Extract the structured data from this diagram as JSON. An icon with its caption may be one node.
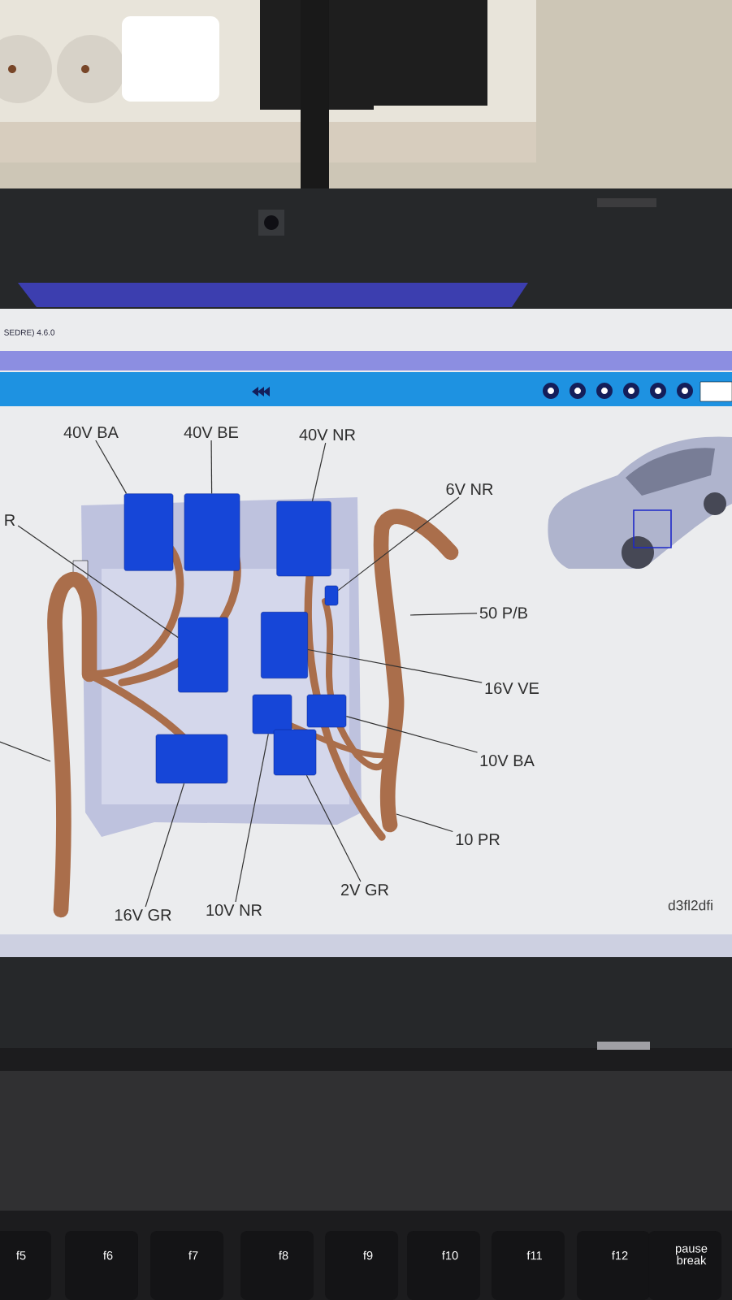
{
  "diagram": {
    "nodes": [
      {
        "text": [
          "40V BA"
        ]
      },
      {
        "text": [
          "40V BE"
        ]
      },
      {
        "text": [
          "40V NR"
        ]
      },
      {
        "text": [
          "R"
        ]
      },
      {
        "text": [
          "6V NR"
        ]
      },
      {
        "text": [
          "50 P/B"
        ]
      },
      {
        "text": [
          "16V VE"
        ]
      },
      {
        "text": [
          "10V BA"
        ]
      },
      {
        "text": [
          "10 PR"
        ]
      },
      {
        "text": [
          "2V GR"
        ]
      },
      {
        "text": [
          "16V GR"
        ]
      },
      {
        "text": [
          "10V NR"
        ]
      },
      {
        "text": [],
        "shape": "box"
      },
      {
        "text": [],
        "shape": "box"
      },
      {
        "text": [],
        "shape": "box"
      },
      {
        "text": [],
        "shape": "box"
      },
      {
        "text": [],
        "shape": "box"
      },
      {
        "text": [],
        "shape": "box"
      },
      {
        "text": [],
        "shape": "box"
      },
      {
        "text": [],
        "shape": "box"
      },
      {
        "text": [],
        "shape": "box"
      },
      {
        "text": [],
        "shape": "box"
      }
    ],
    "edges": [
      {
        "from": 0,
        "to": 12,
        "arrow": "none"
      },
      {
        "from": 1,
        "to": 13,
        "arrow": "none"
      },
      {
        "from": 2,
        "to": 14,
        "arrow": "none"
      },
      {
        "from": 3,
        "to": 15,
        "arrow": "none"
      },
      {
        "from": 4,
        "to": 17,
        "arrow": "none"
      },
      {
        "from": 5,
        "to": null,
        "arrow": "none"
      },
      {
        "from": 6,
        "to": 16,
        "arrow": "none"
      },
      {
        "from": 7,
        "to": 18,
        "arrow": "none"
      },
      {
        "from": 8,
        "to": null,
        "arrow": "none"
      },
      {
        "from": 9,
        "to": 20,
        "arrow": "none"
      },
      {
        "from": 10,
        "to": 21,
        "arrow": "none"
      },
      {
        "from": 11,
        "to": 19,
        "arrow": "none"
      }
    ],
    "labels": [
      "SEDRE) 4.6.0",
      "d3fl2dfi",
      "f5",
      "f6",
      "f7",
      "f8",
      "f9",
      "f10",
      "f11",
      "f12",
      "pause break"
    ]
  }
}
